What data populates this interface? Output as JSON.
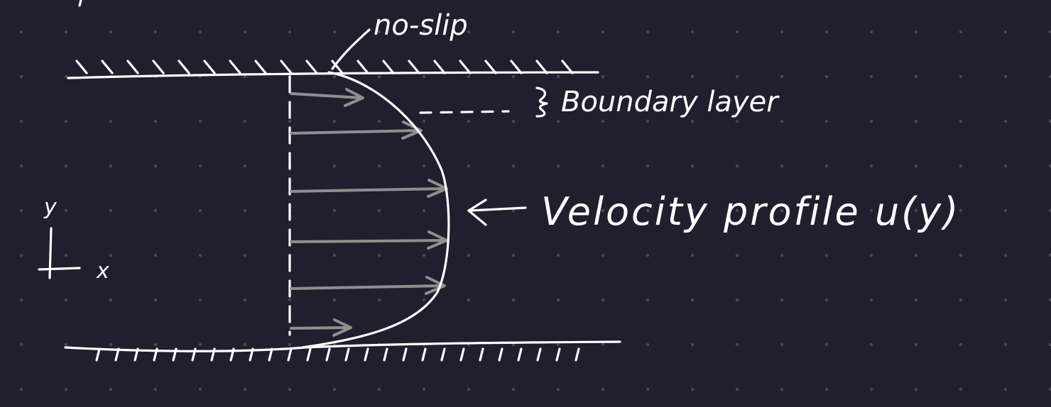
{
  "labels": {
    "no_slip": "no-slip",
    "boundary_layer": "Boundary layer",
    "velocity_profile": "Velocity profile u(y)",
    "axis_y": "y",
    "axis_x": "x"
  },
  "colors": {
    "background": "#211e2e",
    "grid_dot": "#4a4858",
    "ink": "#ffffff",
    "velocity_arrow": "#8f8f8f"
  }
}
